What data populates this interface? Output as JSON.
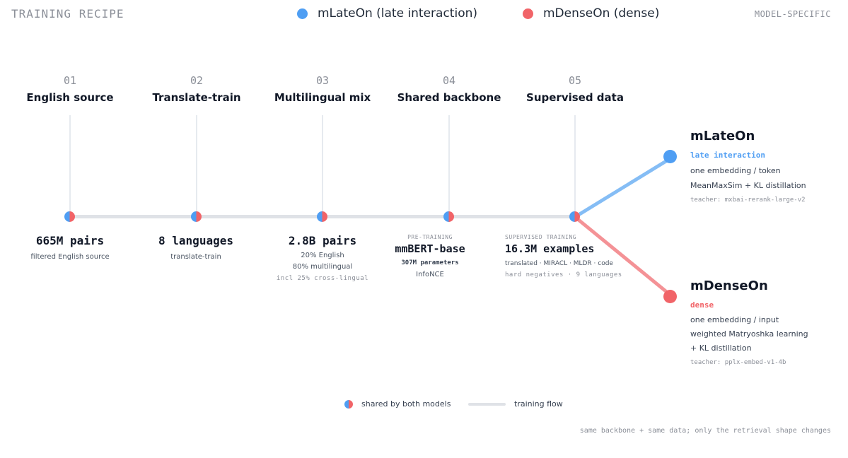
{
  "header": {
    "left_label": "TRAINING RECIPE",
    "right_label": "MODEL-SPECIFIC"
  },
  "legend": {
    "items": [
      {
        "label": "mLateOn (late interaction)",
        "color": "#4f9ef3"
      },
      {
        "label": "mDenseOn (dense)",
        "color": "#f16468"
      }
    ]
  },
  "steps": [
    {
      "num": "01",
      "title": "English source",
      "primary": "665M pairs",
      "lines": [
        "filtered English source"
      ]
    },
    {
      "num": "02",
      "title": "Translate-train",
      "primary": "8 languages",
      "lines": [
        "translate-train"
      ]
    },
    {
      "num": "03",
      "title": "Multilingual mix",
      "primary": "2.8B pairs",
      "lines": [
        "20% English",
        "80% multilingual"
      ],
      "mono_line": "incl 25% cross-lingual"
    },
    {
      "num": "04",
      "title": "Shared backbone",
      "kicker": "PRE-TRAINING",
      "primary": "mmBERT-base",
      "bold_small": "307M parameters",
      "lines": [
        "InfoNCE"
      ]
    },
    {
      "num": "05",
      "title": "Supervised data",
      "kicker": "SUPERVISED TRAINING",
      "primary": "16.3M examples",
      "lines": [
        "translated · MIRACL · MLDR · code"
      ],
      "mono_line": "hard negatives · 9 languages"
    }
  ],
  "outputs": {
    "late": {
      "title": "mLateOn",
      "subtitle": "late interaction",
      "lines": [
        "one embedding / token",
        "MeanMaxSim + KL distillation"
      ],
      "teacher": "teacher: mxbai-rerank-large-v2",
      "color": "#4f9ef3"
    },
    "dense": {
      "title": "mDenseOn",
      "subtitle": "dense",
      "lines": [
        "one embedding / input",
        "weighted Matryoshka learning",
        "+ KL distillation"
      ],
      "teacher": "teacher: pplx-embed-v1-4b",
      "color": "#f16468"
    }
  },
  "footer": {
    "shared_label": "shared by both models",
    "flow_label": "training flow",
    "caption": "same backbone + same data; only the retrieval shape changes"
  }
}
